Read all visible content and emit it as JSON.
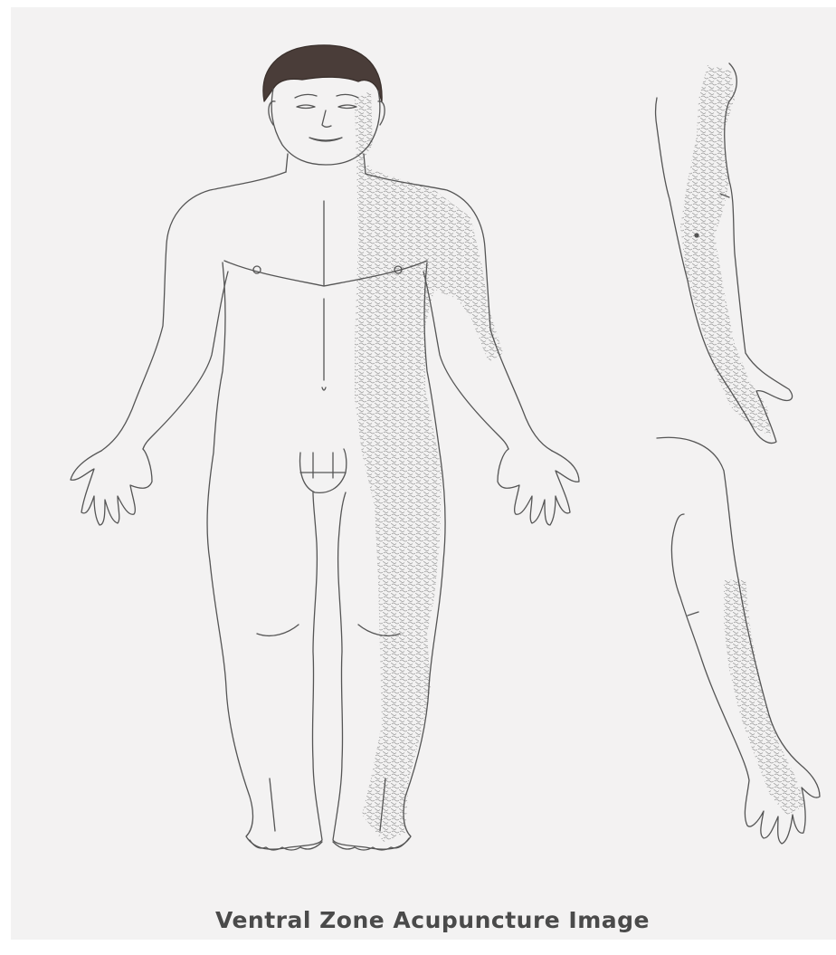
{
  "caption": "Ventral Zone Acupuncture Image",
  "colors": {
    "background": "#f3f2f2",
    "outline": "#555555",
    "hair": "#4a3d39",
    "zone_hatch": "#9a9a9a",
    "caption_text": "#4a4a4a"
  },
  "figures": [
    {
      "name": "full-body-front",
      "zone": "ventral zone"
    },
    {
      "name": "arm-upper-view",
      "zone": "ventral zone"
    },
    {
      "name": "arm-lower-view",
      "zone": "ventral zone"
    }
  ]
}
